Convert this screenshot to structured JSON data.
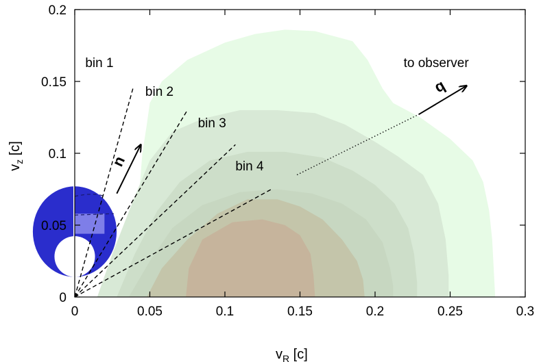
{
  "chart_data": {
    "type": "contour",
    "xlabel": "v",
    "xlabel_sub": "R",
    "xlabel_unit": " [c]",
    "ylabel": "v",
    "ylabel_sub": "z",
    "ylabel_unit": " [c]",
    "xlim": [
      0,
      0.3
    ],
    "ylim": [
      0,
      0.2
    ],
    "x_ticks": [
      0,
      0.05,
      0.1,
      0.15,
      0.2,
      0.25,
      0.3
    ],
    "y_ticks": [
      0,
      0.05,
      0.1,
      0.15,
      0.2
    ],
    "x_tick_labels": [
      "0",
      "0.05",
      "0.1",
      "0.15",
      "0.2",
      "0.25",
      "0.3"
    ],
    "y_tick_labels": [
      "0",
      "0.05",
      "0.1",
      "0.15",
      "0.2"
    ],
    "grid": false,
    "contour_levels": [
      {
        "color": "#e7fbe6",
        "points": [
          [
            0.04,
            0
          ],
          [
            0.04,
            0.02
          ],
          [
            0.042,
            0.06
          ],
          [
            0.045,
            0.1
          ],
          [
            0.048,
            0.12
          ],
          [
            0.05,
            0.135
          ],
          [
            0.058,
            0.15
          ],
          [
            0.075,
            0.165
          ],
          [
            0.1,
            0.177
          ],
          [
            0.12,
            0.183
          ],
          [
            0.14,
            0.186
          ],
          [
            0.16,
            0.185
          ],
          [
            0.185,
            0.178
          ],
          [
            0.195,
            0.165
          ],
          [
            0.205,
            0.145
          ],
          [
            0.212,
            0.135
          ],
          [
            0.23,
            0.125
          ],
          [
            0.25,
            0.11
          ],
          [
            0.265,
            0.095
          ],
          [
            0.272,
            0.08
          ],
          [
            0.276,
            0.06
          ],
          [
            0.278,
            0.04
          ],
          [
            0.279,
            0.02
          ],
          [
            0.28,
            0
          ]
        ]
      },
      {
        "color": "#d8e9d6",
        "points": [
          [
            0.015,
            0
          ],
          [
            0.025,
            0.03
          ],
          [
            0.04,
            0.07
          ],
          [
            0.05,
            0.095
          ],
          [
            0.065,
            0.115
          ],
          [
            0.085,
            0.124
          ],
          [
            0.11,
            0.13
          ],
          [
            0.135,
            0.13
          ],
          [
            0.16,
            0.128
          ],
          [
            0.18,
            0.12
          ],
          [
            0.2,
            0.108
          ],
          [
            0.215,
            0.098
          ],
          [
            0.232,
            0.085
          ],
          [
            0.242,
            0.065
          ],
          [
            0.247,
            0.04
          ],
          [
            0.249,
            0.015
          ],
          [
            0.249,
            0
          ]
        ]
      },
      {
        "color": "#cddec9",
        "points": [
          [
            0.028,
            0
          ],
          [
            0.04,
            0.03
          ],
          [
            0.055,
            0.06
          ],
          [
            0.07,
            0.08
          ],
          [
            0.09,
            0.095
          ],
          [
            0.115,
            0.101
          ],
          [
            0.14,
            0.101
          ],
          [
            0.165,
            0.097
          ],
          [
            0.185,
            0.088
          ],
          [
            0.2,
            0.078
          ],
          [
            0.213,
            0.065
          ],
          [
            0.222,
            0.048
          ],
          [
            0.226,
            0.03
          ],
          [
            0.228,
            0.01
          ],
          [
            0.228,
            0
          ]
        ]
      },
      {
        "color": "#c7d7c1",
        "points": [
          [
            0.036,
            0
          ],
          [
            0.05,
            0.025
          ],
          [
            0.065,
            0.048
          ],
          [
            0.085,
            0.064
          ],
          [
            0.11,
            0.073
          ],
          [
            0.135,
            0.075
          ],
          [
            0.158,
            0.072
          ],
          [
            0.178,
            0.065
          ],
          [
            0.194,
            0.054
          ],
          [
            0.205,
            0.038
          ],
          [
            0.21,
            0.02
          ],
          [
            0.212,
            0.008
          ],
          [
            0.212,
            0
          ]
        ]
      },
      {
        "color": "#c4c5aa",
        "points": [
          [
            0.048,
            0
          ],
          [
            0.058,
            0.02
          ],
          [
            0.075,
            0.04
          ],
          [
            0.095,
            0.058
          ],
          [
            0.115,
            0.068
          ],
          [
            0.135,
            0.068
          ],
          [
            0.15,
            0.063
          ],
          [
            0.165,
            0.054
          ],
          [
            0.178,
            0.04
          ],
          [
            0.188,
            0.025
          ],
          [
            0.192,
            0.012
          ],
          [
            0.193,
            0
          ]
        ]
      },
      {
        "color": "#c6b49c",
        "points": [
          [
            0.074,
            0
          ],
          [
            0.076,
            0.02
          ],
          [
            0.085,
            0.04
          ],
          [
            0.105,
            0.052
          ],
          [
            0.125,
            0.054
          ],
          [
            0.14,
            0.05
          ],
          [
            0.15,
            0.043
          ],
          [
            0.157,
            0.03
          ],
          [
            0.159,
            0.015
          ],
          [
            0.16,
            0
          ]
        ]
      }
    ],
    "bins": [
      {
        "label": "bin 1",
        "line_end": [
          0.039,
          0.146
        ],
        "label_pos": [
          0.007,
          0.16
        ]
      },
      {
        "label": "bin 2",
        "line_end": [
          0.075,
          0.13
        ],
        "label_pos": [
          0.047,
          0.14
        ]
      },
      {
        "label": "bin 3",
        "line_end": [
          0.107,
          0.106
        ],
        "label_pos": [
          0.082,
          0.118
        ]
      },
      {
        "label": "bin 4",
        "line_end": [
          0.131,
          0.075
        ],
        "label_pos": [
          0.107,
          0.088
        ]
      }
    ],
    "observer": {
      "label": "to observer",
      "label_pos": [
        0.219,
        0.16
      ],
      "dotted_from": [
        0.148,
        0.085
      ],
      "dotted_to": [
        0.229,
        0.127
      ],
      "arrow_from": [
        0.229,
        0.127
      ],
      "arrow_to": [
        0.261,
        0.147
      ],
      "vector_label": "q",
      "vector_label_pos": [
        0.242,
        0.142
      ]
    },
    "normal_vector": {
      "label": "n",
      "label_pos": [
        0.031,
        0.09
      ],
      "arrow_from": [
        0.028,
        0.072
      ],
      "arrow_to": [
        0.044,
        0.106
      ]
    },
    "disk": {
      "color_dark": "#2a2dcc",
      "color_light": "#7e7ee8",
      "outer_radius_x": 0.018,
      "y_top": 0.077,
      "y_bottom": 0.014,
      "band_top": 0.058,
      "band_bottom": 0.044
    }
  }
}
